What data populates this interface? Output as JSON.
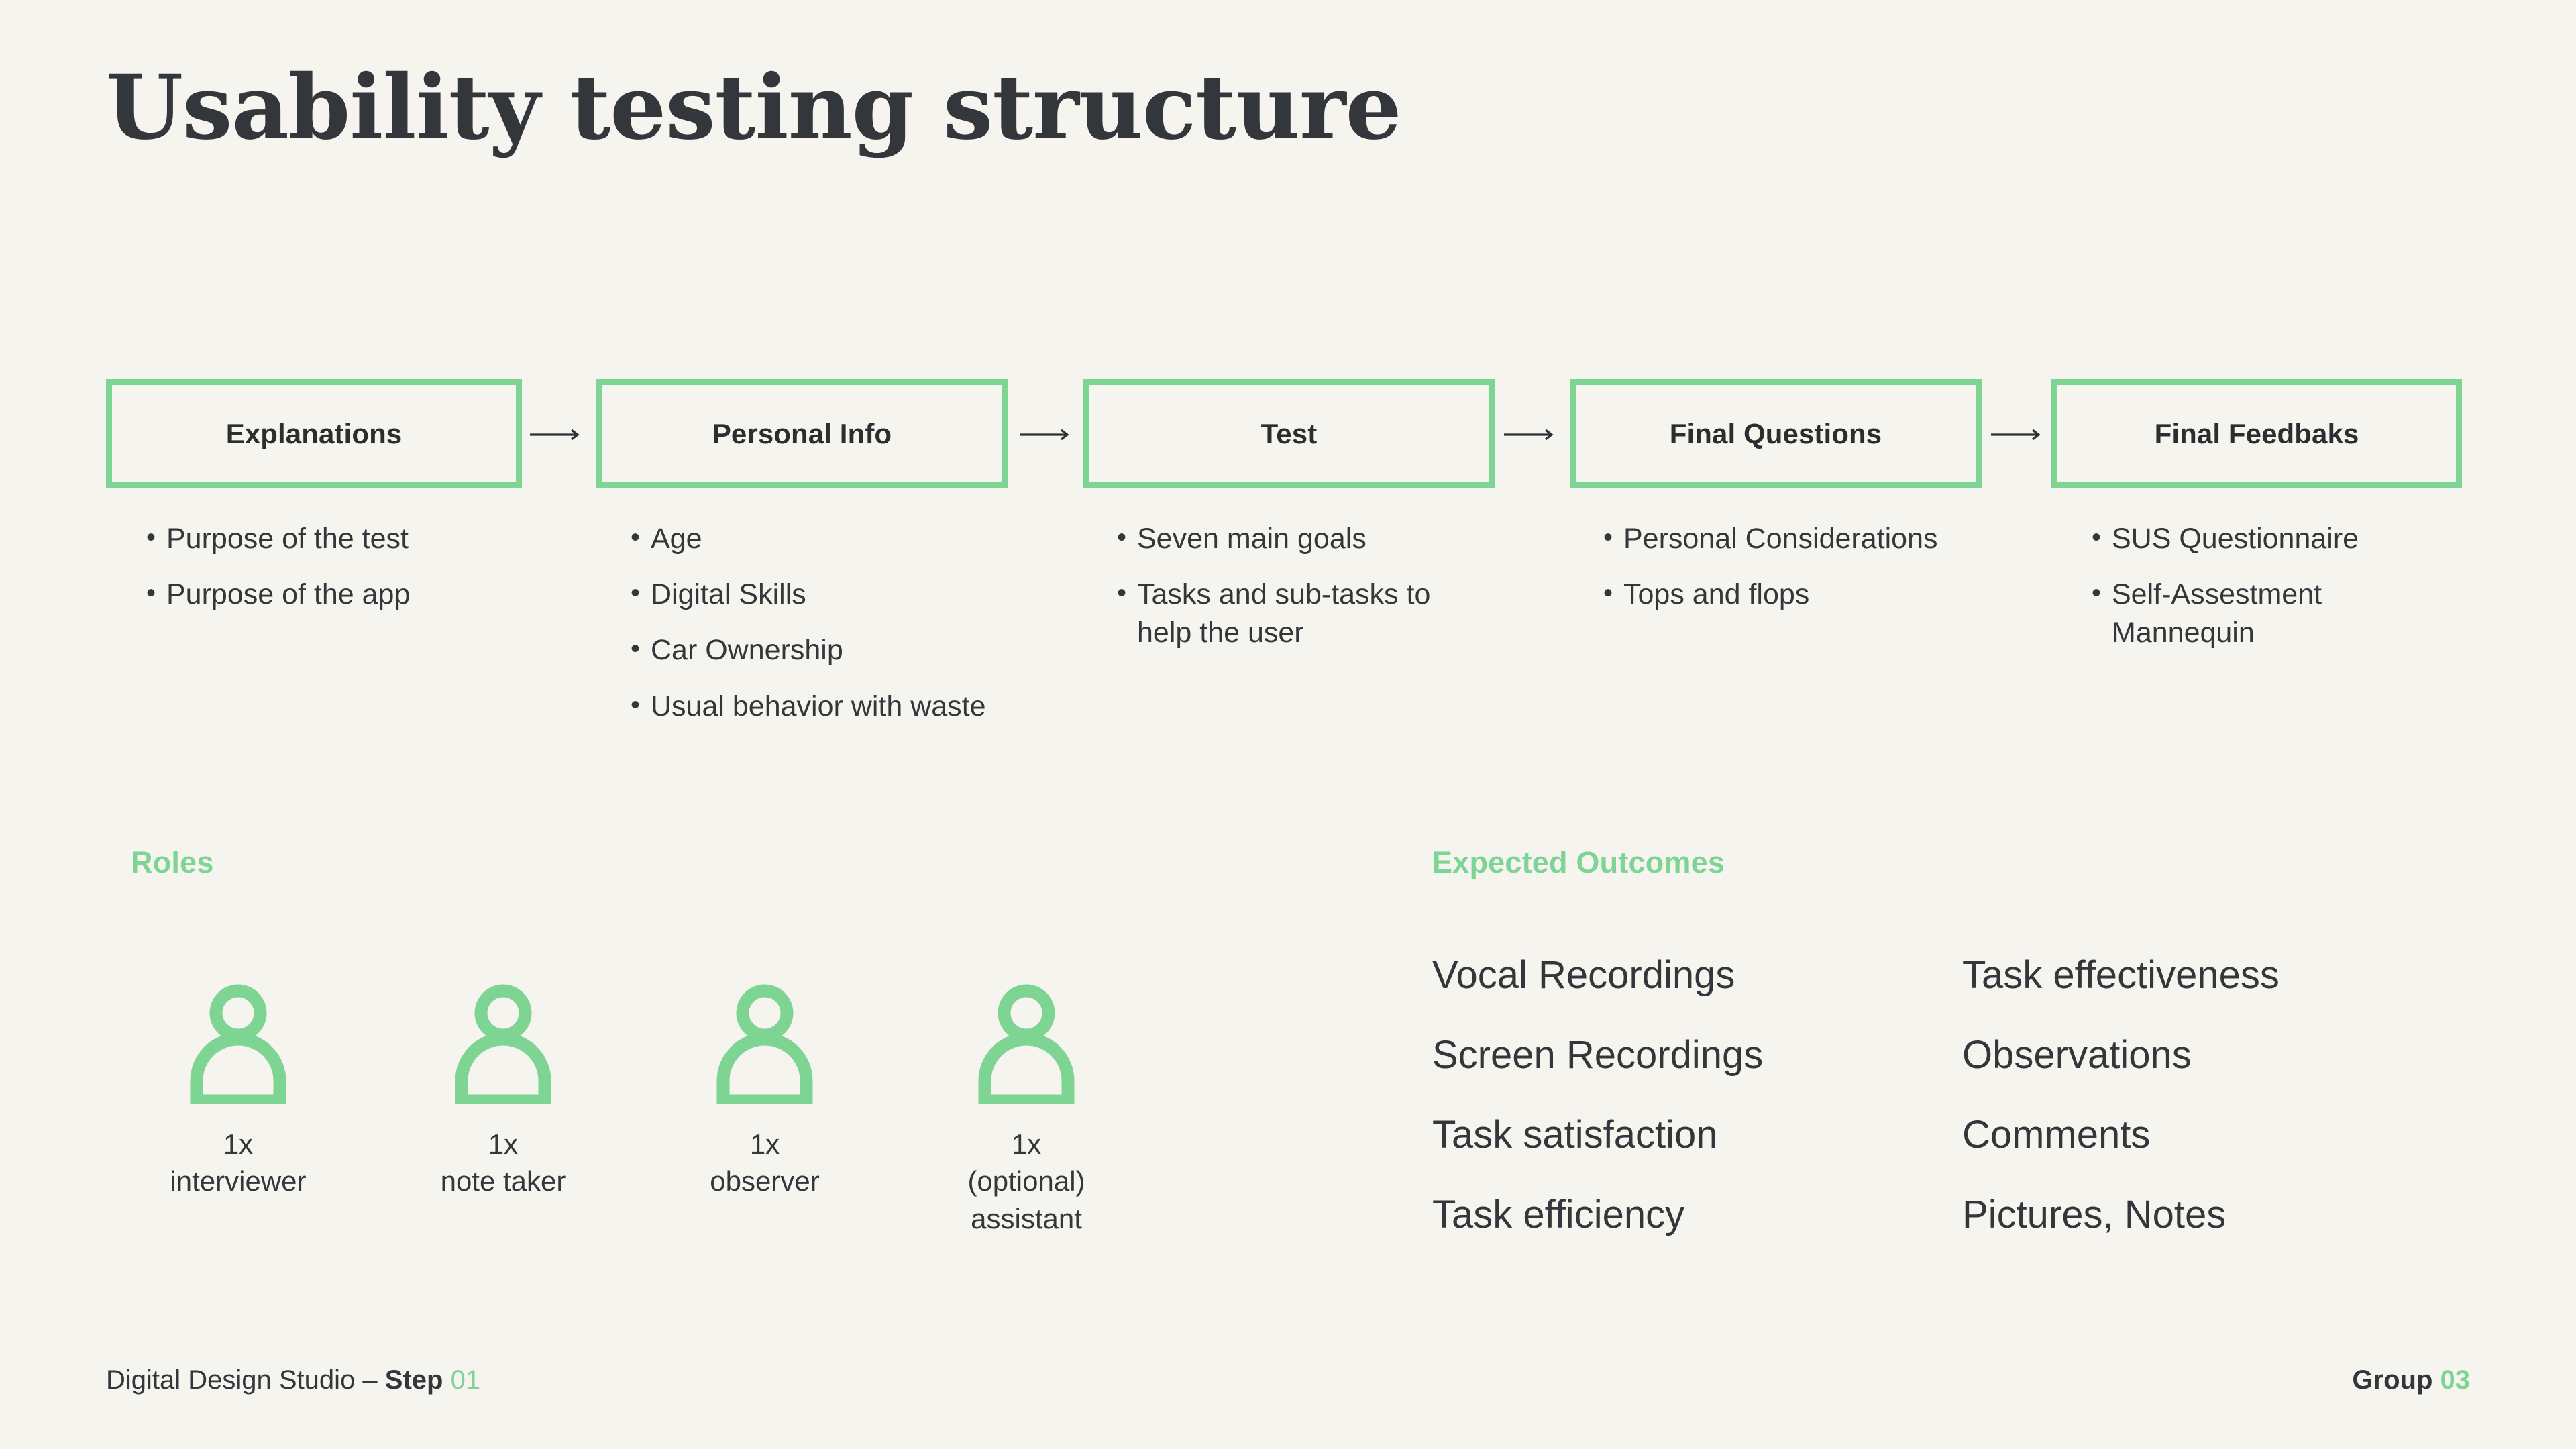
{
  "slide": {
    "title": "Usability testing structure",
    "accent_color": "#7ed492",
    "background_color": "#f5f4ef",
    "text_color": "#33363a"
  },
  "flow": {
    "arrow_icon": "arrow-right-icon",
    "steps": [
      {
        "label": "Explanations",
        "bullets": [
          "Purpose of the test",
          "Purpose of the app"
        ]
      },
      {
        "label": "Personal Info",
        "bullets": [
          "Age",
          "Digital Skills",
          "Car Ownership",
          "Usual behavior with waste"
        ]
      },
      {
        "label": "Test",
        "bullets": [
          "Seven main goals",
          "Tasks and sub-tasks to help the user"
        ]
      },
      {
        "label": "Final Questions",
        "bullets": [
          "Personal Considerations",
          "Tops and flops"
        ]
      },
      {
        "label": "Final Feedbaks",
        "bullets": [
          "SUS Questionnaire",
          "Self-Assestment Mannequin"
        ]
      }
    ]
  },
  "roles": {
    "heading": "Roles",
    "icon": "person-icon",
    "items": [
      {
        "count": "1x",
        "role": "interviewer"
      },
      {
        "count": "1x",
        "role": "note taker"
      },
      {
        "count": "1x",
        "role": "observer"
      },
      {
        "count": "1x",
        "role": "(optional) assistant"
      }
    ]
  },
  "outcomes": {
    "heading": "Expected Outcomes",
    "left_column": [
      "Vocal Recordings",
      "Screen Recordings",
      "Task satisfaction",
      "Task efficiency"
    ],
    "right_column": [
      "Task effectiveness",
      "Observations",
      "Comments",
      "Pictures, Notes"
    ]
  },
  "footer": {
    "studio": "Digital Design Studio – ",
    "step_label": "Step",
    "step_number": "01",
    "group_label": "Group",
    "group_number": "03"
  }
}
